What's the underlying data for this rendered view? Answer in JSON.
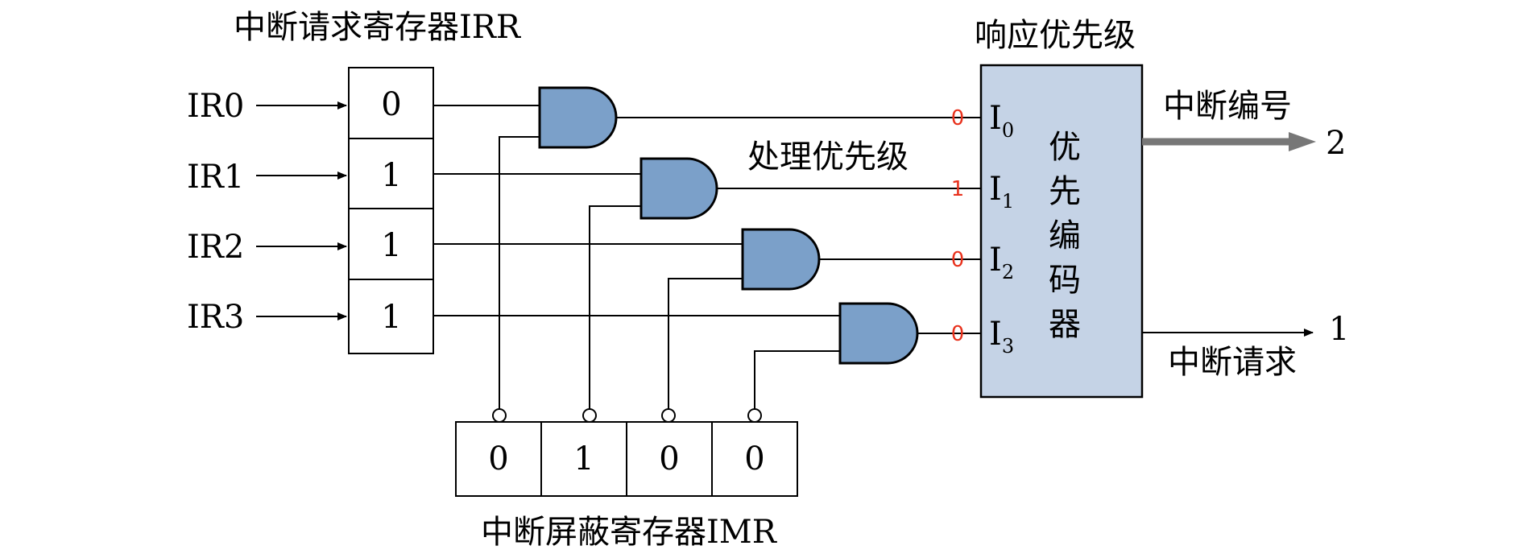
{
  "titles": {
    "irr": "中断请求寄存器IRR",
    "imr": "中断屏蔽寄存器IMR",
    "response_priority": "响应优先级",
    "process_priority": "处理优先级"
  },
  "inputs": [
    "IR0",
    "IR1",
    "IR2",
    "IR3"
  ],
  "irr_values": [
    "0",
    "1",
    "1",
    "1"
  ],
  "imr_values": [
    "0",
    "1",
    "0",
    "0"
  ],
  "gate_outputs": [
    "0",
    "1",
    "0",
    "0"
  ],
  "encoder": {
    "chars": [
      "优",
      "先",
      "编",
      "码",
      "器"
    ],
    "inputs": [
      {
        "main": "I",
        "sub": "0"
      },
      {
        "main": "I",
        "sub": "1"
      },
      {
        "main": "I",
        "sub": "2"
      },
      {
        "main": "I",
        "sub": "3"
      }
    ]
  },
  "outputs": {
    "number_label": "中断编号",
    "number_value": "2",
    "request_label": "中断请求",
    "request_value": "1"
  },
  "colors": {
    "gate": "#7ba0c9",
    "encoder": "#c5d3e6",
    "bit_values": "#e8311c",
    "thick_arrow": "#777777"
  }
}
